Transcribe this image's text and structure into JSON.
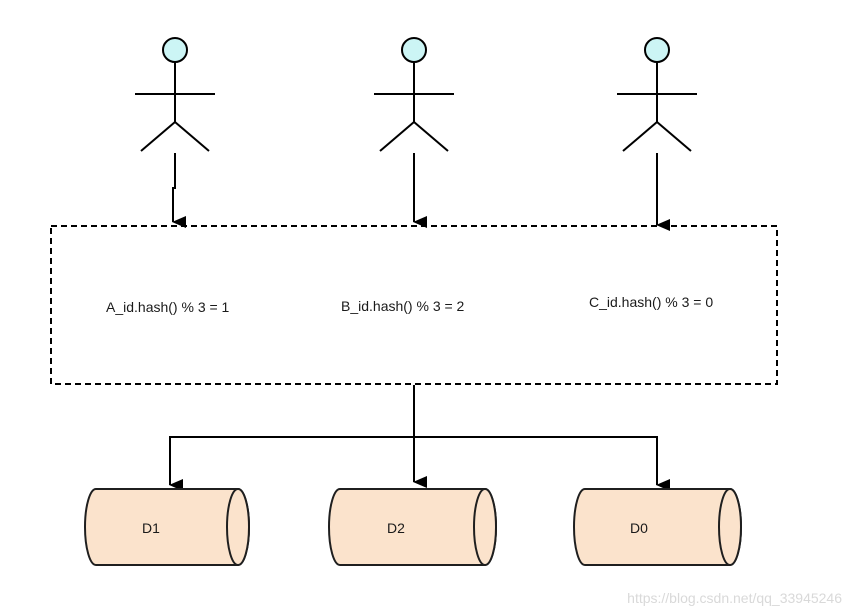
{
  "colors": {
    "actor_head_fill": "#ccf5f5",
    "stroke": "#000000",
    "db_fill": "#fbe3cc",
    "db_stroke": "#1f1f1f",
    "background": "#ffffff"
  },
  "actors": [
    {
      "id": "A",
      "icon": "stick-figure-actor-icon"
    },
    {
      "id": "B",
      "icon": "stick-figure-actor-icon"
    },
    {
      "id": "C",
      "icon": "stick-figure-actor-icon"
    }
  ],
  "router": {
    "formulas": [
      "A_id.hash() % 3 = 1",
      "B_id.hash() % 3 = 2",
      "C_id.hash() % 3 = 0"
    ]
  },
  "databases": [
    {
      "label": "D1",
      "icon": "database-cylinder-icon"
    },
    {
      "label": "D2",
      "icon": "database-cylinder-icon"
    },
    {
      "label": "D0",
      "icon": "database-cylinder-icon"
    }
  ],
  "watermark": "https://blog.csdn.net/qq_33945246"
}
